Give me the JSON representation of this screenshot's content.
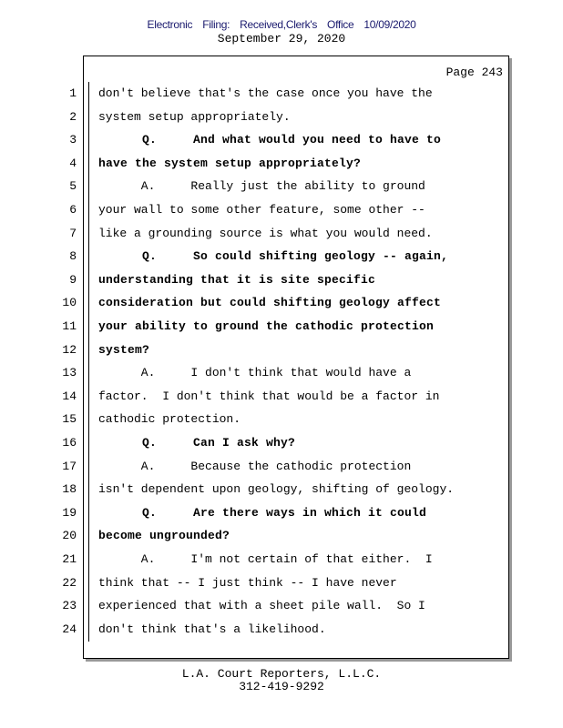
{
  "header": {
    "filing": "Electronic Filing: Received,Clerk's Office 10/09/2020",
    "date": "September 29, 2020"
  },
  "page_label": "Page 243",
  "lines": [
    {
      "n": "1",
      "t": "don't believe that's the case once you have the",
      "b": false
    },
    {
      "n": "2",
      "t": "system setup appropriately.",
      "b": false
    },
    {
      "n": "3",
      "t": "      Q.     And what would you need to have to",
      "b": true
    },
    {
      "n": "4",
      "t": "have the system setup appropriately?",
      "b": true
    },
    {
      "n": "5",
      "t": "      A.     Really just the ability to ground",
      "b": false
    },
    {
      "n": "6",
      "t": "your wall to some other feature, some other --",
      "b": false
    },
    {
      "n": "7",
      "t": "like a grounding source is what you would need.",
      "b": false
    },
    {
      "n": "8",
      "t": "      Q.     So could shifting geology -- again,",
      "b": true
    },
    {
      "n": "9",
      "t": "understanding that it is site specific",
      "b": true
    },
    {
      "n": "10",
      "t": "consideration but could shifting geology affect",
      "b": true
    },
    {
      "n": "11",
      "t": "your ability to ground the cathodic protection",
      "b": true
    },
    {
      "n": "12",
      "t": "system?",
      "b": true
    },
    {
      "n": "13",
      "t": "      A.     I don't think that would have a",
      "b": false
    },
    {
      "n": "14",
      "t": "factor.  I don't think that would be a factor in",
      "b": false
    },
    {
      "n": "15",
      "t": "cathodic protection.",
      "b": false
    },
    {
      "n": "16",
      "t": "      Q.     Can I ask why?",
      "b": true
    },
    {
      "n": "17",
      "t": "      A.     Because the cathodic protection",
      "b": false
    },
    {
      "n": "18",
      "t": "isn't dependent upon geology, shifting of geology.",
      "b": false
    },
    {
      "n": "19",
      "t": "      Q.     Are there ways in which it could",
      "b": true
    },
    {
      "n": "20",
      "t": "become ungrounded?",
      "b": true
    },
    {
      "n": "21",
      "t": "      A.     I'm not certain of that either.  I",
      "b": false
    },
    {
      "n": "22",
      "t": "think that -- I just think -- I have never",
      "b": false
    },
    {
      "n": "23",
      "t": "experienced that with a sheet pile wall.  So I",
      "b": false
    },
    {
      "n": "24",
      "t": "don't think that's a likelihood.",
      "b": false
    }
  ],
  "footer": {
    "company": "L.A. Court Reporters, L.L.C.",
    "phone": "312-419-9292"
  }
}
